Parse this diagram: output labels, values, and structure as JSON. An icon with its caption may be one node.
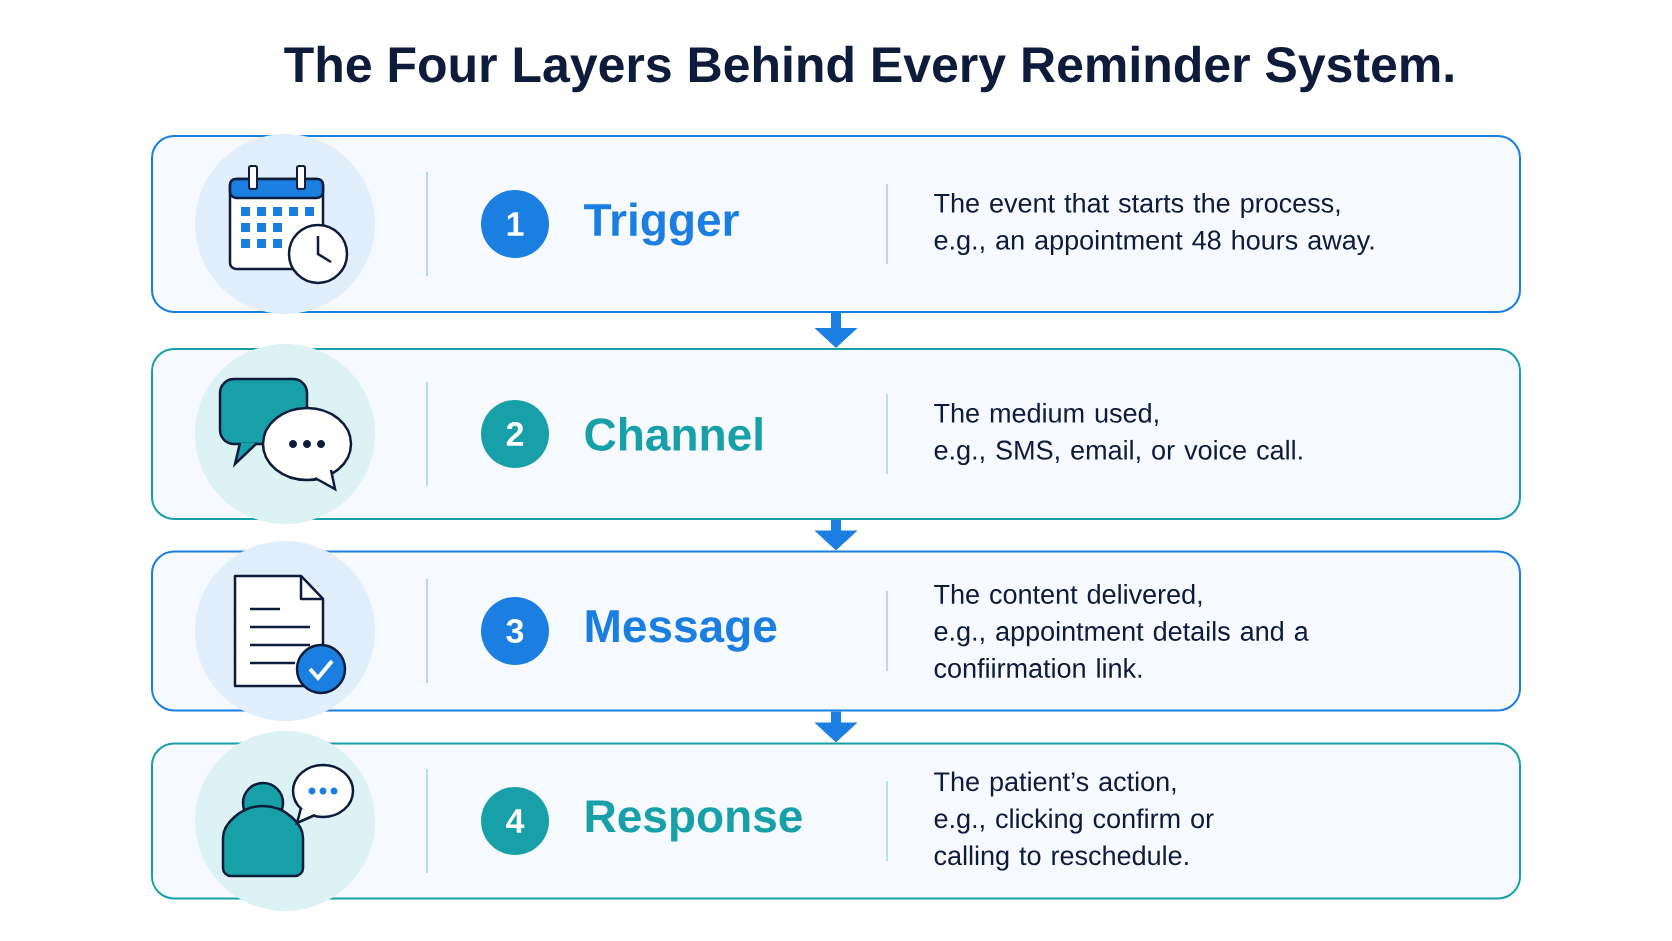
{
  "diagram": {
    "title": "The Four Layers Behind Every Reminder System.",
    "nodes": [
      {
        "text": [
          "1",
          "Trigger",
          "The event that starts the process,",
          "e.g., an appointment 48 hours away."
        ]
      },
      {
        "text": [
          "2",
          "Channel",
          "The medium used,",
          "e.g., SMS, email, or voice call."
        ]
      },
      {
        "text": [
          "3",
          "Message",
          "The content delivered,",
          "e.g., appointment details and a confiirmation link."
        ]
      },
      {
        "text": [
          "4",
          "Response",
          "The patient’s action,",
          "e.g., clicking confirm or calling to reschedule."
        ]
      }
    ],
    "edges": [
      {
        "from": 0,
        "to": 1,
        "arrow": "to"
      },
      {
        "from": 1,
        "to": 2,
        "arrow": "to"
      },
      {
        "from": 2,
        "to": 3,
        "arrow": "to"
      }
    ]
  }
}
